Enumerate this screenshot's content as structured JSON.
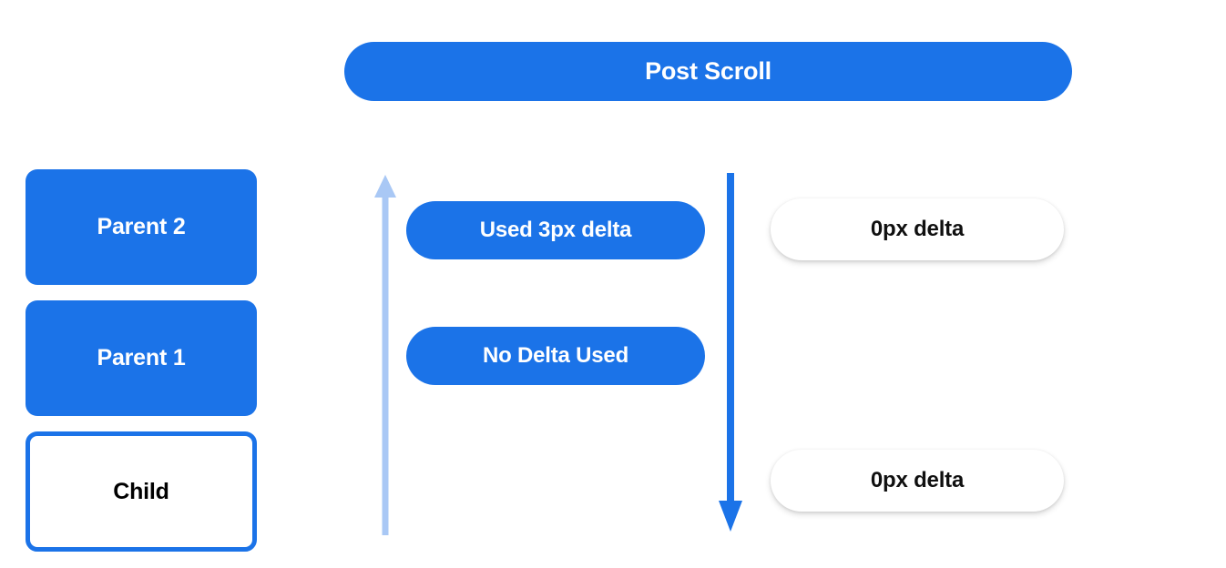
{
  "banner": {
    "title": "Post Scroll"
  },
  "colors": {
    "blue": "#1b73e8",
    "light_blue": "#a9c8f5",
    "white": "#ffffff",
    "black": "#000000",
    "background": "#ffffff"
  },
  "node_stack": {
    "items": [
      {
        "label": "Parent 2",
        "style": "solid"
      },
      {
        "label": "Parent 1",
        "style": "solid"
      },
      {
        "label": "Child",
        "style": "outline"
      }
    ]
  },
  "arrows": [
    {
      "name": "scroll-up-arrow",
      "direction": "up",
      "color": "#a9c8f5",
      "emphasis": "light"
    },
    {
      "name": "scroll-down-arrow",
      "direction": "down",
      "color": "#1b73e8",
      "emphasis": "strong"
    }
  ],
  "delta_pills": {
    "consumed": [
      {
        "label": "Used 3px delta"
      },
      {
        "label": "No Delta Used"
      }
    ],
    "remaining": [
      {
        "label": "0px delta"
      },
      {
        "label": "0px delta"
      }
    ]
  }
}
